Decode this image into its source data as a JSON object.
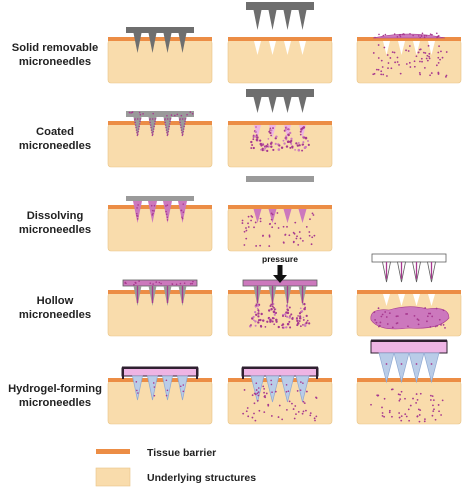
{
  "colors": {
    "tissue": "#f9dcac",
    "tissue_edge": "#e9c487",
    "barrier": "#ec8d45",
    "needle_solid": "#6e6e6e",
    "needle_coated": "#9a9a9a",
    "needle_dark": "#5f5f5f",
    "drug": "#a7398f",
    "drug_fill": "#cc78bd",
    "drug_light": "#eeb4e4",
    "hydrogel": "#b9cce8",
    "hydrogel_edge": "#8ea8d2",
    "patch_dark": "#2f2030",
    "arrow": "#111111"
  },
  "rows": [
    {
      "id": "solid",
      "label_lines": [
        "Solid removable",
        "microneedles"
      ]
    },
    {
      "id": "coated",
      "label_lines": [
        "Coated",
        "microneedles"
      ]
    },
    {
      "id": "dissolving",
      "label_lines": [
        "Dissolving",
        "microneedles"
      ]
    },
    {
      "id": "hollow",
      "label_lines": [
        "Hollow",
        "microneedles"
      ]
    },
    {
      "id": "hydrogel",
      "label_lines": [
        "Hydrogel-forming",
        "microneedles"
      ]
    }
  ],
  "annotations": {
    "pressure": "pressure"
  },
  "legend": [
    {
      "label": "Tissue barrier",
      "swatch": "barrier"
    },
    {
      "label": "Underlying structures",
      "swatch": "tissue"
    }
  ]
}
